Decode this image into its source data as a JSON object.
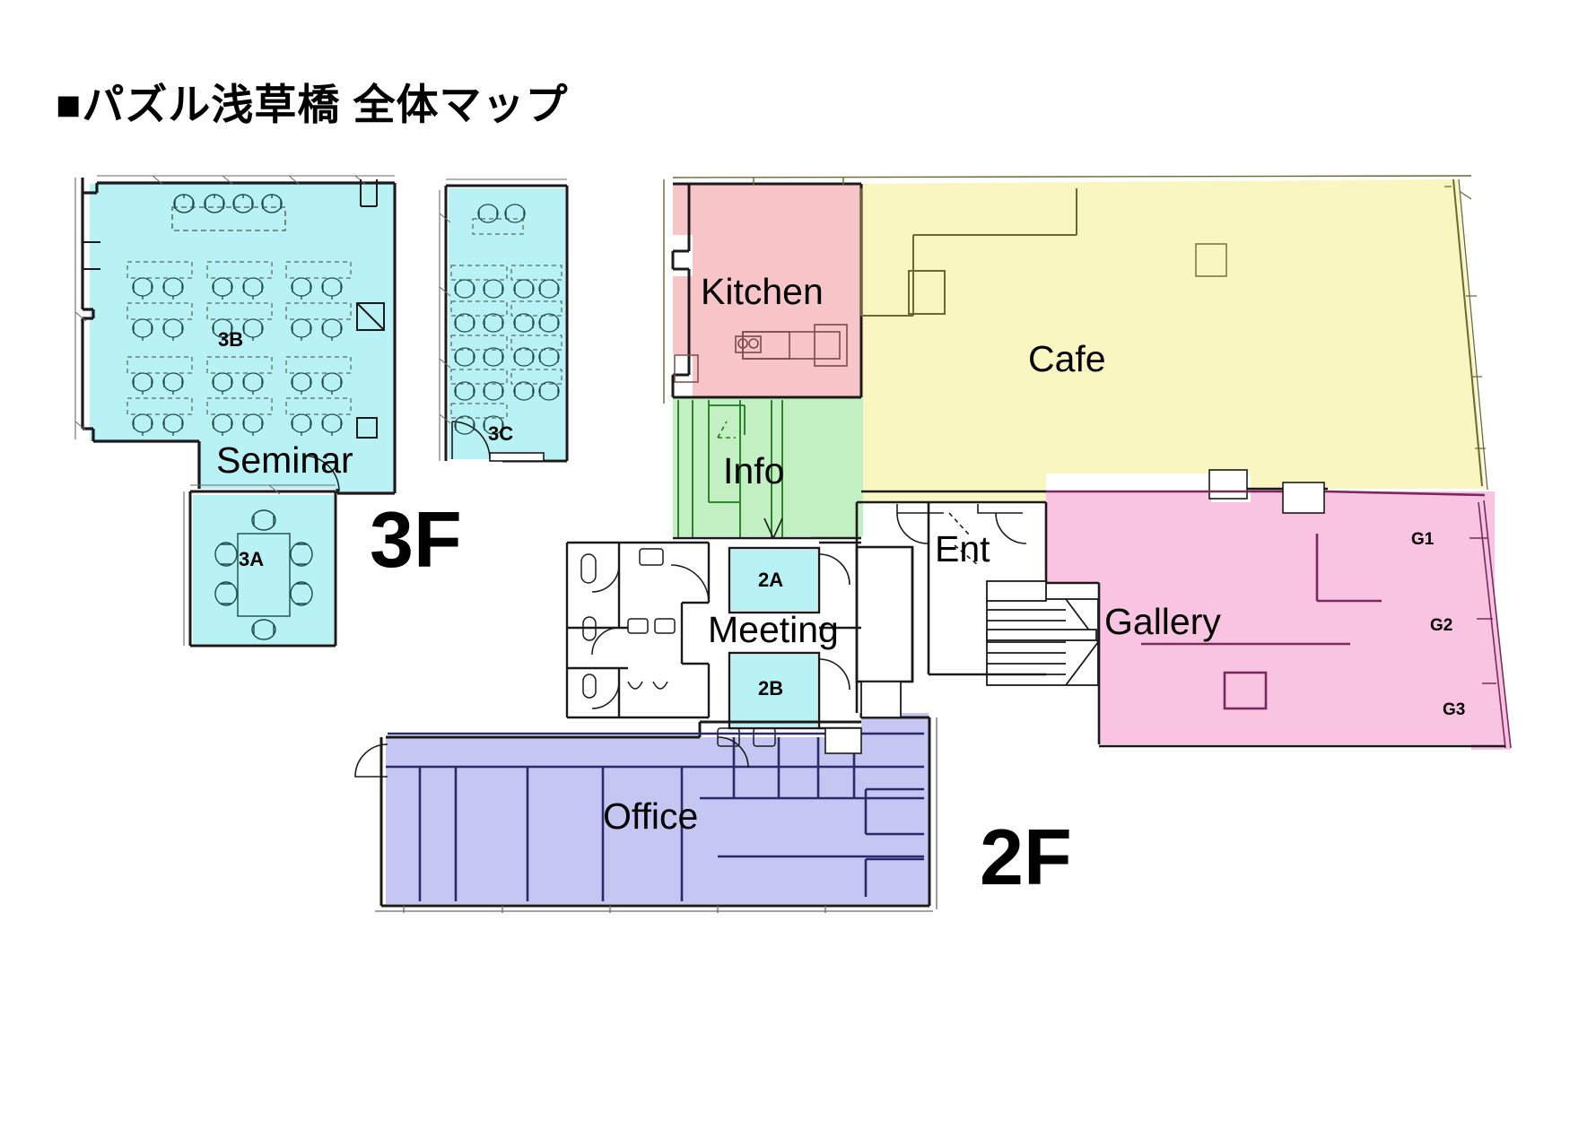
{
  "page": {
    "title": "■パズル浅草橋 全体マップ",
    "background_color": "#ffffff"
  },
  "floors": [
    {
      "id": "3F",
      "label": "3F"
    },
    {
      "id": "2F",
      "label": "2F"
    }
  ],
  "colors": {
    "seminar_cyan": "#b9f2f5",
    "kitchen_pink": "#f7c4c8",
    "cafe_yellow": "#f9f6c2",
    "info_green": "#c2f0c2",
    "gallery_magenta": "#f9c3e2",
    "office_purple": "#c6c6f2",
    "wall_black": "#1a1a1a",
    "text_black": "#000000"
  },
  "rooms": [
    {
      "id": "3b",
      "label": "3B",
      "floor": "3F",
      "color": "seminar_cyan",
      "size": "small"
    },
    {
      "id": "seminar",
      "label": "Seminar",
      "floor": "3F",
      "color": "seminar_cyan",
      "size": "big"
    },
    {
      "id": "3c",
      "label": "3C",
      "floor": "3F",
      "color": "seminar_cyan",
      "size": "small"
    },
    {
      "id": "3a",
      "label": "3A",
      "floor": "3F",
      "color": "seminar_cyan",
      "size": "small"
    },
    {
      "id": "kitchen",
      "label": "Kitchen",
      "floor": "2F",
      "color": "kitchen_pink",
      "size": "big"
    },
    {
      "id": "cafe",
      "label": "Cafe",
      "floor": "2F",
      "color": "cafe_yellow",
      "size": "big"
    },
    {
      "id": "info",
      "label": "Info",
      "floor": "2F",
      "color": "info_green",
      "size": "big"
    },
    {
      "id": "ent",
      "label": "Ent",
      "floor": "2F",
      "color": "none",
      "size": "big"
    },
    {
      "id": "gallery",
      "label": "Gallery",
      "floor": "2F",
      "color": "gallery_magenta",
      "size": "big"
    },
    {
      "id": "g1",
      "label": "G1",
      "floor": "2F",
      "color": "gallery_magenta",
      "size": "tiny"
    },
    {
      "id": "g2",
      "label": "G2",
      "floor": "2F",
      "color": "gallery_magenta",
      "size": "tiny"
    },
    {
      "id": "g3",
      "label": "G3",
      "floor": "2F",
      "color": "gallery_magenta",
      "size": "tiny"
    },
    {
      "id": "2a",
      "label": "2A",
      "floor": "2F",
      "color": "seminar_cyan",
      "size": "small"
    },
    {
      "id": "2b",
      "label": "2B",
      "floor": "2F",
      "color": "seminar_cyan",
      "size": "small"
    },
    {
      "id": "meeting",
      "label": "Meeting",
      "floor": "2F",
      "color": "none",
      "size": "big"
    },
    {
      "id": "office",
      "label": "Office",
      "floor": "2F",
      "color": "office_purple",
      "size": "big"
    }
  ]
}
